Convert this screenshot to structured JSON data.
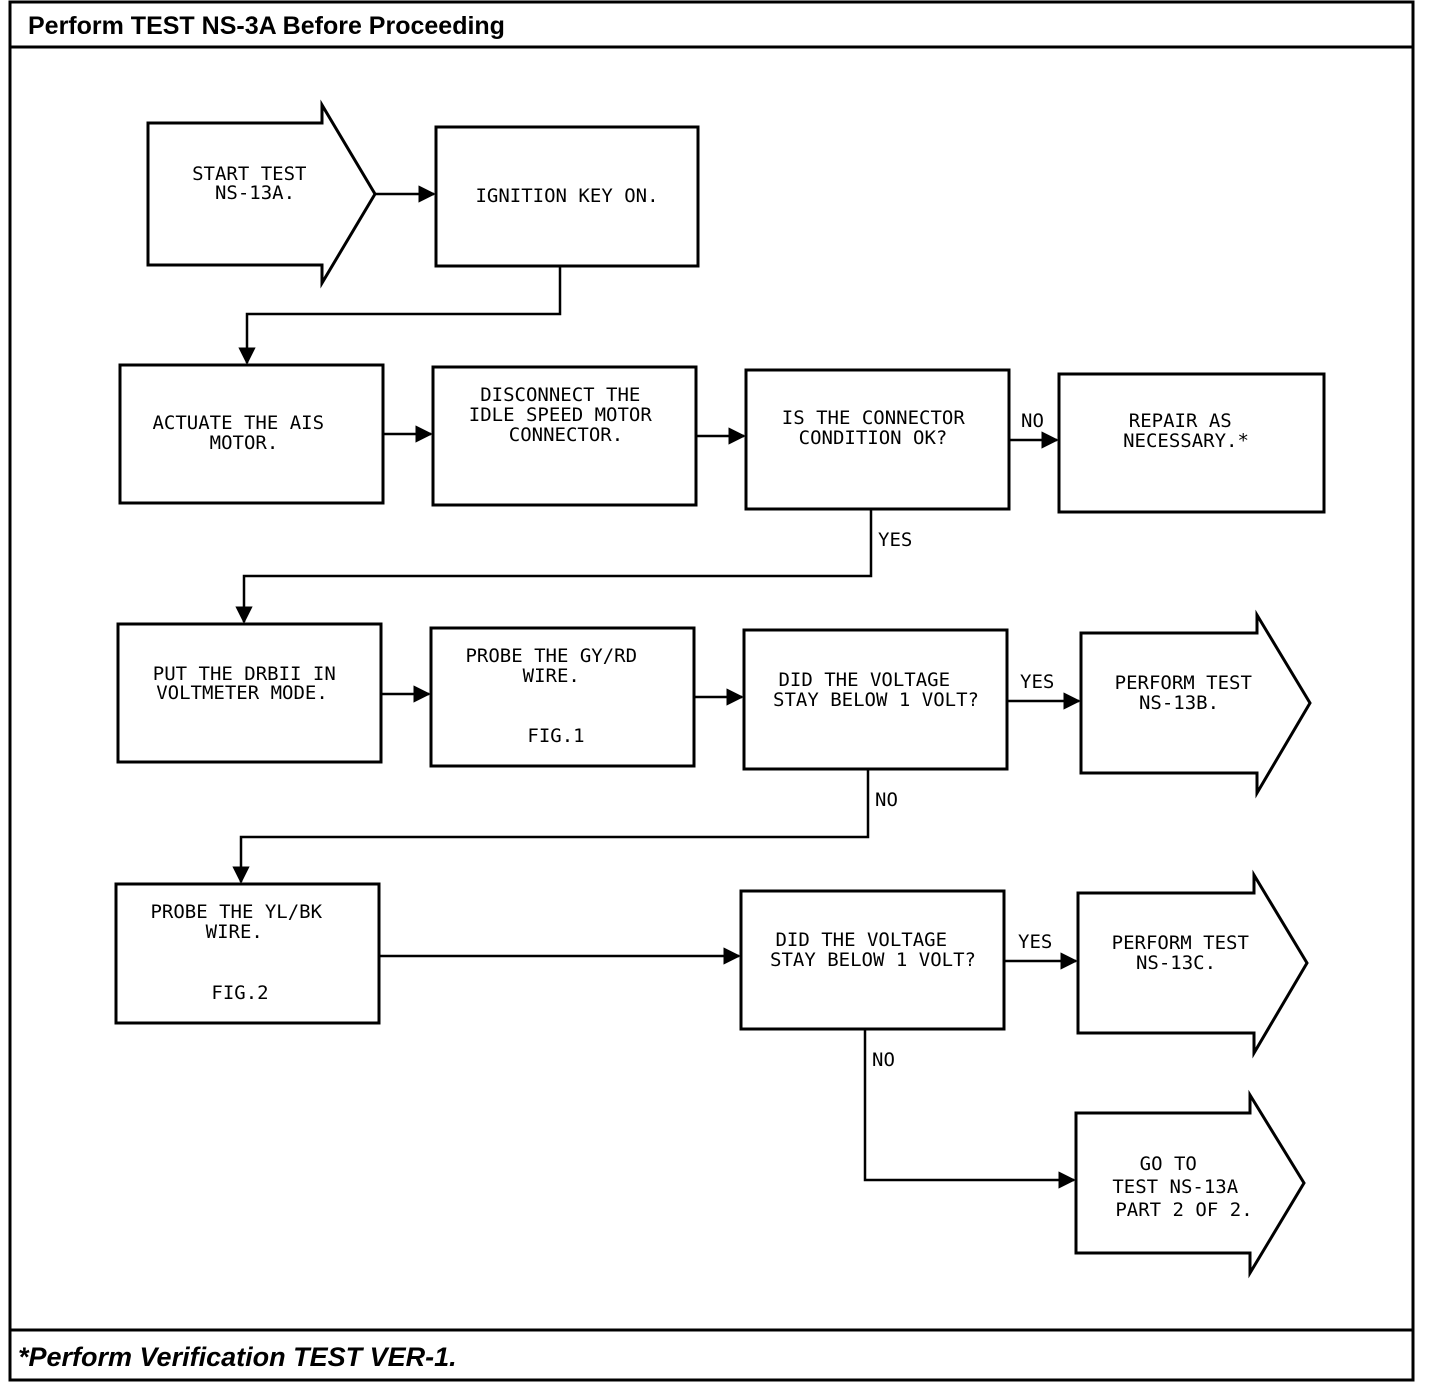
{
  "header": {
    "title": "Perform TEST NS-3A Before Proceeding"
  },
  "footer": {
    "note": "*Perform Verification TEST VER-1."
  },
  "nodes": {
    "start": [
      "START TEST",
      "NS-13A."
    ],
    "ignition": [
      "IGNITION KEY ON."
    ],
    "actuate": [
      "ACTUATE THE AIS",
      "MOTOR."
    ],
    "disconnect": [
      "DISCONNECT THE",
      "IDLE SPEED MOTOR",
      "CONNECTOR."
    ],
    "connector_ok": [
      "IS THE CONNECTOR",
      "CONDITION OK?"
    ],
    "repair": [
      "REPAIR AS",
      "NECESSARY.*"
    ],
    "dribii": [
      "PUT THE DRBII IN",
      "VOLTMETER MODE."
    ],
    "probe_gyrd": [
      "PROBE THE GY/RD",
      "WIRE."
    ],
    "probe_gyrd_fig": "FIG.1",
    "voltage1": [
      "DID THE VOLTAGE",
      "STAY BELOW 1 VOLT?"
    ],
    "ns13b": [
      "PERFORM TEST",
      "NS-13B."
    ],
    "probe_ylbk": [
      "PROBE THE YL/BK",
      "WIRE."
    ],
    "probe_ylbk_fig": "FIG.2",
    "voltage2": [
      "DID THE VOLTAGE",
      "STAY BELOW 1 VOLT?"
    ],
    "ns13c": [
      "PERFORM TEST",
      "NS-13C."
    ],
    "goto": [
      "GO TO",
      "TEST NS-13A",
      "PART 2 OF 2."
    ]
  },
  "labels": {
    "no": "NO",
    "yes": "YES"
  }
}
